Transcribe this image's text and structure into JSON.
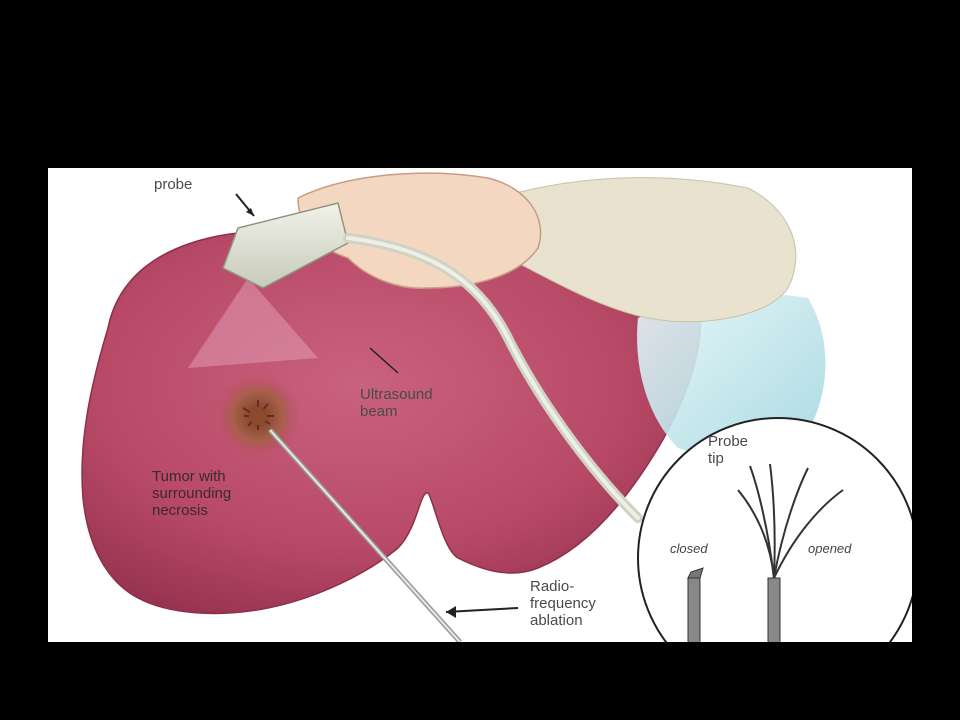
{
  "labels": {
    "probe": "probe",
    "ultrasound_beam": "Ultrasound\nbeam",
    "tumor": "Tumor with\nsurrounding\nnecrosis",
    "rf_ablation": "Radio-\nfrequency\nablation",
    "probe_tip": "Probe\ntip",
    "closed": "closed",
    "opened": "opened"
  },
  "colors": {
    "liver": "#b84a67",
    "liver_dark": "#8e2f4b",
    "drape": "#bfe6ec",
    "skin": "#f3d7c1"
  }
}
